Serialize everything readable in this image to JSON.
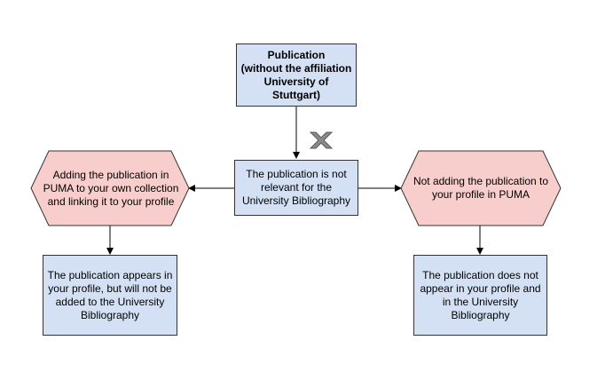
{
  "diagram": {
    "top_node": "Publication\n(without the affiliation University of Stuttgart)",
    "center_node": "The publication is not relevant for the University Bibliography",
    "left_decision": "Adding the publication in PUMA to your own collection and linking it to your profile",
    "right_decision": "Not adding the publication to your profile in PUMA",
    "left_result": "The publication appears in your profile, but will not be added to the University Bibliography",
    "right_result": "The publication does not appear in your profile and in the University Bibliography",
    "reject_icon": "x-mark-icon",
    "colors": {
      "box_fill": "#d4e1f5",
      "decision_fill": "#f8cecc",
      "stroke": "#333333",
      "x_mark": "#808080"
    }
  }
}
